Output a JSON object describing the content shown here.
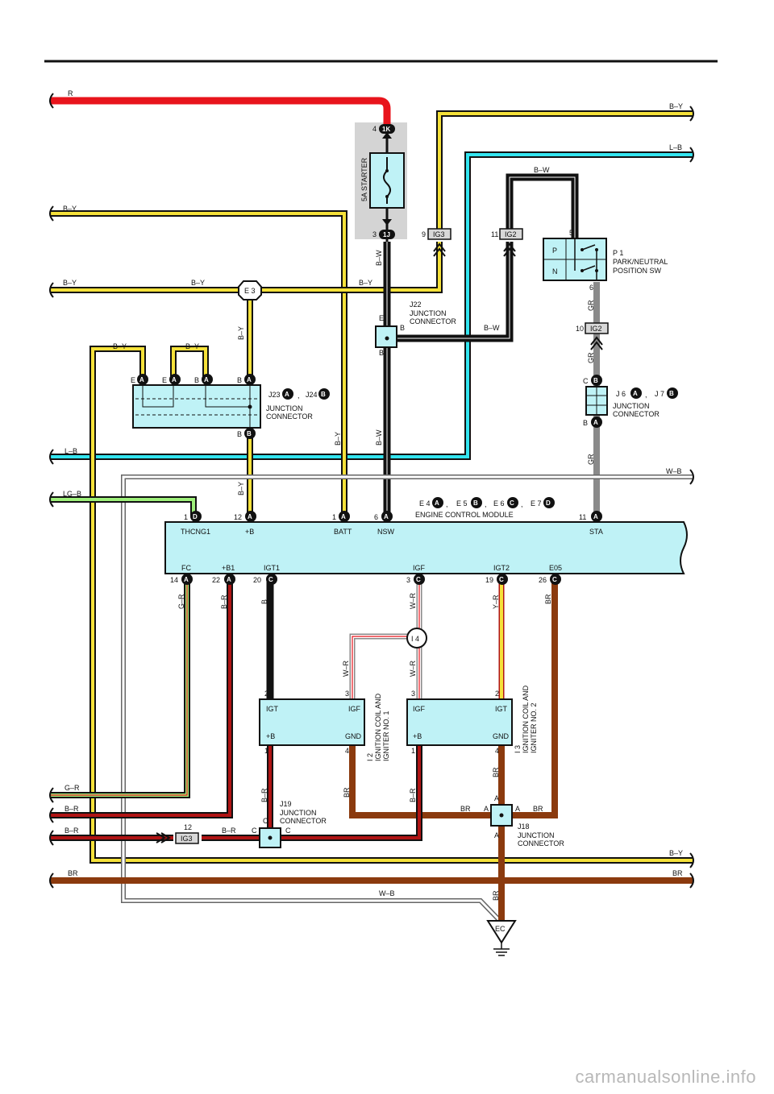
{
  "colors": {
    "red": "#e8141c",
    "yellow": "#f5e13a",
    "cyan": "#33e5f0",
    "black": "#111111",
    "brown": "#8b3a0e",
    "gray": "#8a8a8a",
    "lightgreen": "#9ef07a",
    "component_fill": "#bff2f6",
    "fuse_box": "#d4d4d4"
  },
  "left_wires": {
    "r": "R",
    "by1": "B–Y",
    "by2": "B–Y",
    "lb": "L–B",
    "lgb": "LG–B",
    "gr": "G–R",
    "br1": "B–R",
    "br2": "B–R",
    "brn": "BR"
  },
  "right_wires": {
    "by_top": "B–Y",
    "lb": "L–B",
    "wb": "W–B",
    "by_bot": "B–Y",
    "brn": "BR"
  },
  "fuse": {
    "name": "5A STARTER",
    "pin_top": "4",
    "conn_top": "1K",
    "pin_bot": "3",
    "conn_bot": "1J",
    "wire_below": "B–W"
  },
  "ig_connectors": {
    "ig3_pin": "9",
    "ig3": "IG3",
    "ig2_pin": "11",
    "ig2": "IG2",
    "ig2b_pin": "10",
    "ig2b": "IG2",
    "ig3b_pin": "12",
    "ig3b": "IG3"
  },
  "park_sw": {
    "id": "P 1",
    "name1": "PARK/NEUTRAL",
    "name2": "POSITION SW",
    "p": "P",
    "n": "N",
    "pin_top": "5",
    "pin_bot": "6",
    "wire_top": "B–W"
  },
  "splice": {
    "e3": "E 3",
    "by_left": "B–Y",
    "by_right": "B–Y",
    "by_down": "B–Y"
  },
  "j22": {
    "id": "J22",
    "name1": "JUNCTION",
    "name2": "CONNECTOR",
    "pin_e": "E",
    "pin_b": "B",
    "pin_b2": "B",
    "wire": "B–W"
  },
  "j23": {
    "id1": "J23",
    "badge1": "A",
    "sep": ",",
    "id2": "J24",
    "badge2": "B",
    "name1": "JUNCTION",
    "name2": "CONNECTOR",
    "wire_a": "B–Y",
    "wire_b": "B–Y",
    "pins": [
      "E",
      "A",
      "E",
      "A",
      "B",
      "A",
      "B",
      "A"
    ],
    "bottom_pin": "B",
    "bottom_badge": "B"
  },
  "j6": {
    "id1": "J 6",
    "badge1": "A",
    "sep": ",",
    "id2": "J 7",
    "badge2": "B",
    "name1": "JUNCTION",
    "name2": "CONNECTOR",
    "pin_top": "C",
    "badge_top": "B",
    "pin_bot": "B",
    "badge_bot": "A"
  },
  "vertical_labels": {
    "gr1": "GR",
    "gr2": "GR",
    "gr3": "GR",
    "by_mid": "B–Y",
    "bw_mid": "B–W",
    "by_low": "B–Y",
    "gr_wire": "G–R",
    "br_wire": "B–R",
    "b_wire": "B",
    "wr_wire": "W–R",
    "yr_wire": "Y–R",
    "brn_wire": "BR",
    "wr2": "W–R",
    "wr3": "W–R",
    "br3": "B–R",
    "brn3": "BR",
    "br4": "B–R",
    "brn4": "BR",
    "brn5": "BR"
  },
  "ecm": {
    "name": "ENGINE CONTROL MODULE",
    "conns": [
      {
        "id": "E 4",
        "badge": "A"
      },
      {
        "id": "E 5",
        "badge": "B"
      },
      {
        "id": "E 6",
        "badge": "C"
      },
      {
        "id": "E 7",
        "badge": "D"
      }
    ],
    "top_pins": [
      {
        "num": "1",
        "badge": "D",
        "label": "THCNG1"
      },
      {
        "num": "12",
        "badge": "A",
        "label": "+B"
      },
      {
        "num": "1",
        "badge": "A",
        "label": "BATT"
      },
      {
        "num": "6",
        "badge": "A",
        "label": "NSW"
      },
      {
        "num": "11",
        "badge": "A",
        "label": "STA"
      }
    ],
    "bottom_pins": [
      {
        "num": "14",
        "badge": "A",
        "label": "FC"
      },
      {
        "num": "22",
        "badge": "A",
        "label": "+B1"
      },
      {
        "num": "20",
        "badge": "C",
        "label": "IGT1"
      },
      {
        "num": "3",
        "badge": "C",
        "label": "IGF"
      },
      {
        "num": "19",
        "badge": "C",
        "label": "IGT2"
      },
      {
        "num": "26",
        "badge": "C",
        "label": "E05"
      }
    ]
  },
  "i4": "I 4",
  "coil1": {
    "id": "I 2",
    "name1": "IGNITION COIL AND",
    "name2": "IGNITER NO. 1",
    "igt": "IGT",
    "igf": "IGF",
    "b": "+B",
    "gnd": "GND",
    "p2": "2",
    "p3": "3",
    "p1": "1",
    "p4": "4"
  },
  "coil2": {
    "id": "I 3",
    "name1": "IGNITION COIL AND",
    "name2": "IGNITER NO. 2",
    "igt": "IGT",
    "igf": "IGF",
    "b": "+B",
    "gnd": "GND",
    "p2": "2",
    "p3": "3",
    "p1": "1",
    "p4": "4"
  },
  "j19": {
    "id": "J19",
    "name1": "JUNCTION",
    "name2": "CONNECTOR",
    "pin_c1": "C",
    "pin_c2": "C",
    "pin_c3": "C",
    "wire": "B–R"
  },
  "j18": {
    "id": "J18",
    "name1": "JUNCTION",
    "name2": "CONNECTOR",
    "pin_a1": "A",
    "pin_a2": "A",
    "pin_a3": "A",
    "pin_a4": "A",
    "br_left": "BR",
    "br_right": "BR"
  },
  "ground": {
    "id": "EC",
    "wire": "W–B"
  },
  "watermark": "carmanualsonline.info"
}
